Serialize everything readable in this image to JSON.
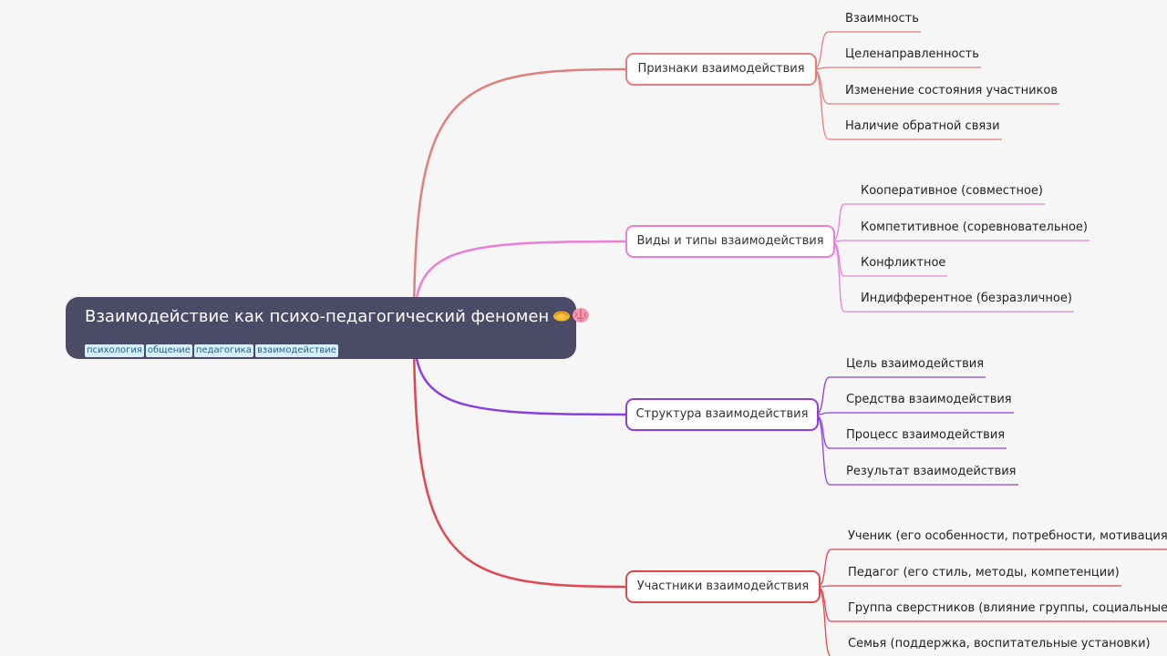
{
  "root": {
    "title": "Взаимодействие как психо-педагогический феномен",
    "tags": [
      "психология",
      "общение",
      "педагогика",
      "взаимодействие"
    ]
  },
  "branches": [
    {
      "label": "Признаки взаимодействия",
      "color": "#e07f7f",
      "children": [
        "Взаимность",
        "Целенаправленность",
        "Изменение состояния участников",
        "Наличие обратной связи"
      ]
    },
    {
      "label": "Виды и типы взаимодействия",
      "color": "#ea7fd3",
      "children": [
        "Кооперативное (совместное)",
        "Компетитивное (соревновательное)",
        "Конфликтное",
        "Индифферентное (безразличное)"
      ]
    },
    {
      "label": "Структура взаимодействия",
      "color": "#8b3fe0",
      "children": [
        "Цель взаимодействия",
        "Средства взаимодействия",
        "Процесс взаимодействия",
        "Результат взаимодействия"
      ]
    },
    {
      "label": "Участники взаимодействия",
      "color": "#e0474f",
      "children": [
        "Ученик (его особенности, потребности, мотивация)",
        "Педагог (его стиль, методы, компетенции)",
        "Группа сверстников (влияние группы, социальные нормы)",
        "Семья (поддержка, воспитательные установки)"
      ]
    }
  ]
}
